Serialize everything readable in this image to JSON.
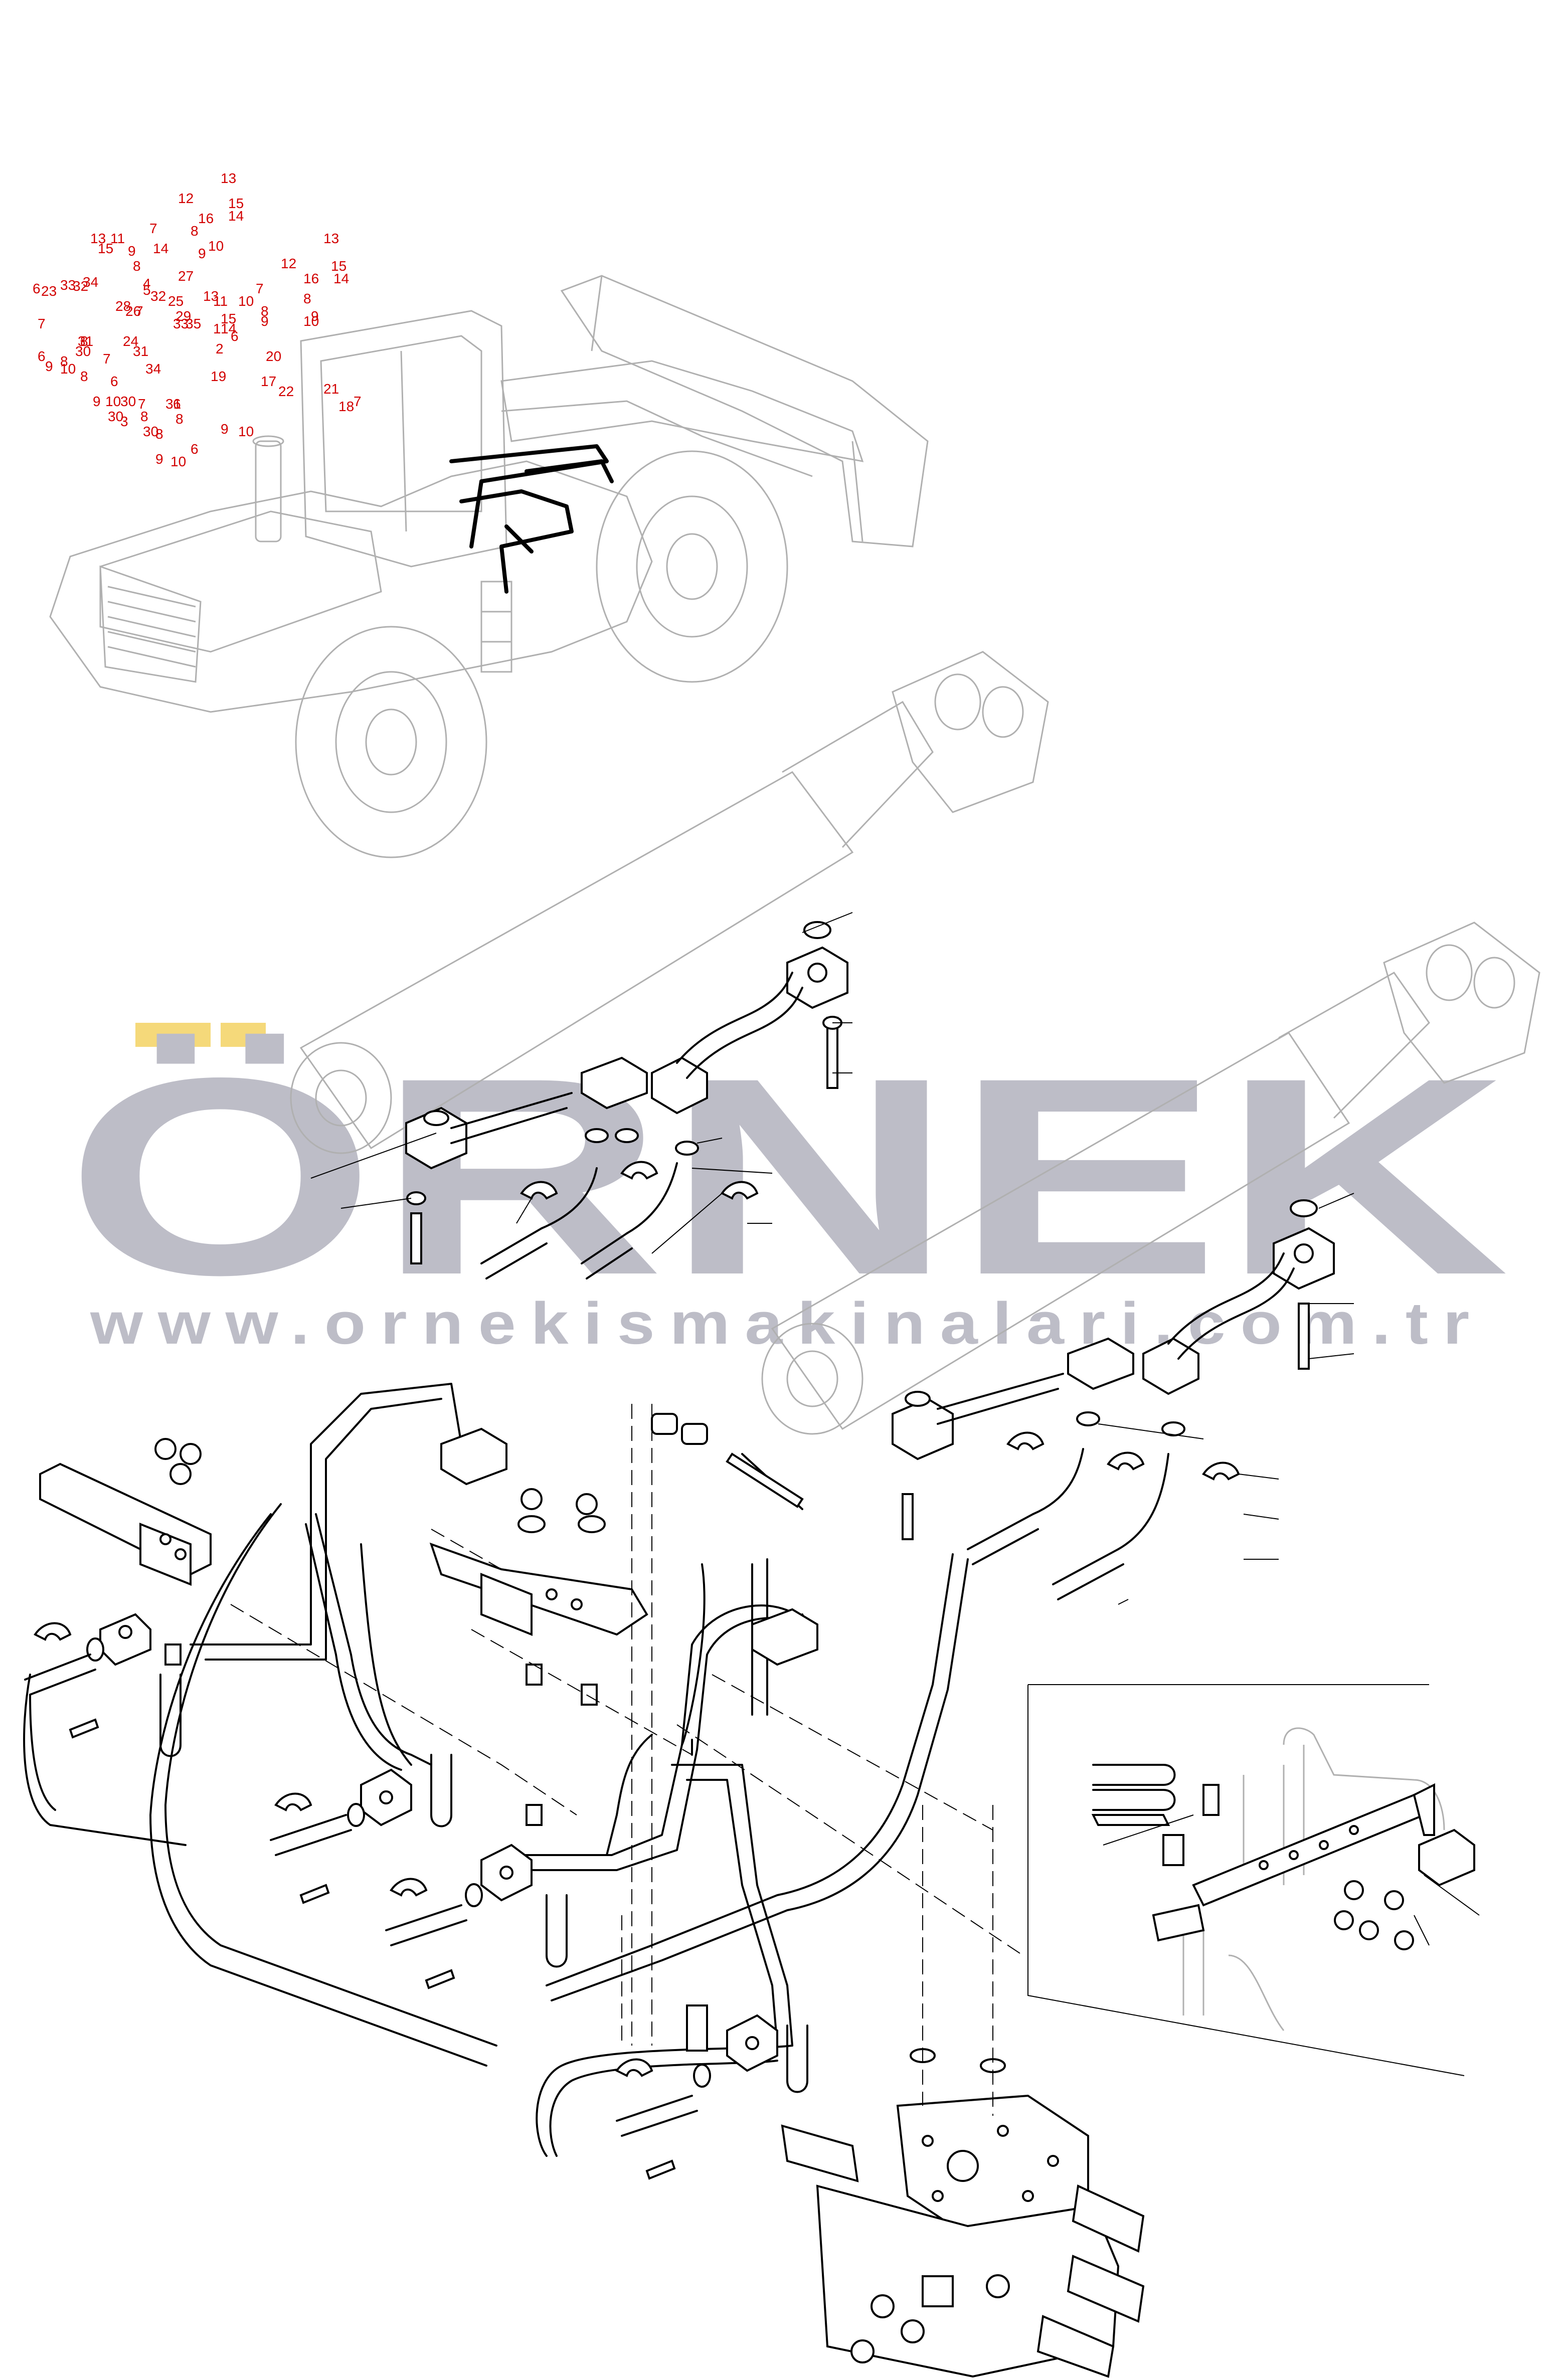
{
  "watermark": {
    "brand": "ÖRNEK",
    "url": "www.ornekismakinalari.com.tr",
    "brand_color": "#bdbdc7",
    "accent_color": "#f5d97a"
  },
  "callouts": {
    "color": "#d20000",
    "labels": [
      "13",
      "12",
      "15",
      "14",
      "16",
      "7",
      "8",
      "10",
      "9",
      "13",
      "11",
      "15",
      "9",
      "14",
      "8",
      "6",
      "27",
      "13",
      "12",
      "15",
      "16",
      "14",
      "23",
      "33",
      "32",
      "34",
      "4",
      "5",
      "32",
      "25",
      "13",
      "11",
      "7",
      "10",
      "8",
      "9",
      "7",
      "8",
      "10",
      "9",
      "8",
      "7",
      "28",
      "26",
      "29",
      "33",
      "35",
      "1",
      "15",
      "14",
      "6",
      "2",
      "31",
      "30",
      "24",
      "31",
      "7",
      "8",
      "6",
      "9",
      "10",
      "8",
      "6",
      "9",
      "10",
      "30",
      "31",
      "34",
      "19",
      "20",
      "17",
      "22",
      "21",
      "18",
      "7",
      "8",
      "7",
      "30",
      "6",
      "9",
      "10",
      "8",
      "30",
      "3",
      "8",
      "6",
      "9",
      "10"
    ]
  }
}
